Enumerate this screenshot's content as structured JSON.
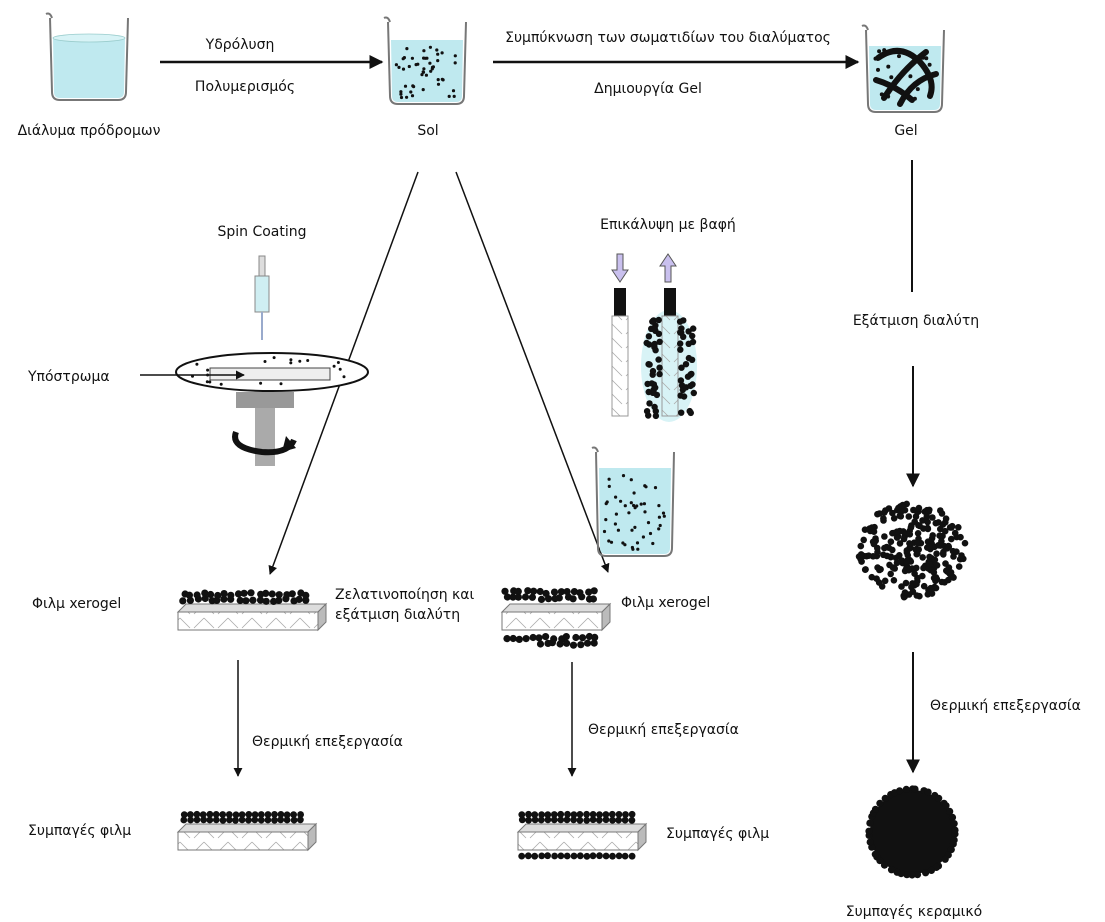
{
  "labels": {
    "precursor_solution": "Διάλυμα πρόδρομων",
    "hydrolysis": "Υδρόλυση",
    "polymerization": "Πολυμερισμός",
    "sol": "Sol",
    "condensation": "Συμπύκνωση των σωματιδίων του διαλύματος",
    "gel_formation": "Δημιουργία Gel",
    "gel": "Gel",
    "spin_coating": "Spin Coating",
    "substrate": "Υπόστρωμα",
    "dip_coating": "Επικάλυψη με βαφή",
    "solvent_evaporation": "Εξάτμιση διαλύτη",
    "xerogel_film_left": "Φιλμ xerogel",
    "gelation_line1": "Ζελατινοποίηση και",
    "gelation_line2": "εξάτμιση διαλύτη",
    "xerogel_film_right": "Φιλμ xerogel",
    "heat_treatment_left": "Θερμική επεξεργασία",
    "heat_treatment_mid": "Θερμική επεξεργασία",
    "heat_treatment_right": "Θερμική επεξεργασία",
    "dense_film_left": "Συμπαγές φιλμ",
    "dense_film_right": "Συμπαγές φιλμ",
    "dense_ceramic": "Συμπαγές κεραμικό"
  },
  "colors": {
    "liquid": "#bfe9ef",
    "particle": "#111111",
    "substrate": "#f4f4f4",
    "down_arrow_fill": "#c9c0ee",
    "up_arrow_fill": "#c9c0ee"
  }
}
